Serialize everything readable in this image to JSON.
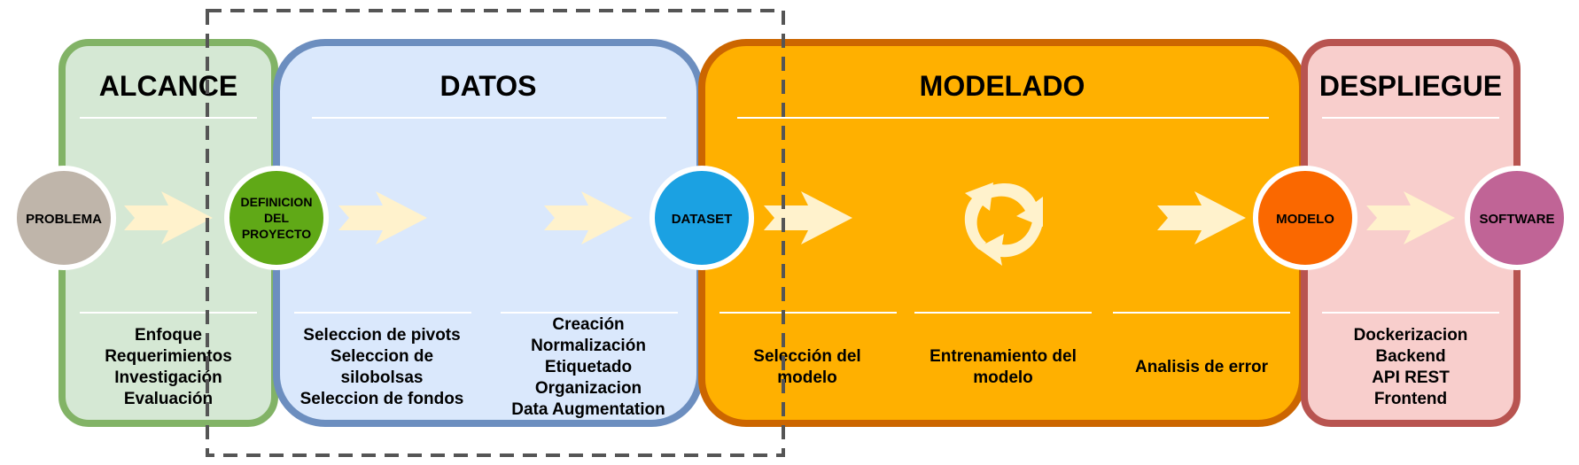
{
  "colors": {
    "alcance_fill": "#d5e8d4",
    "alcance_stroke": "#82b366",
    "datos_fill": "#dae8fc",
    "datos_stroke": "#6c8ebf",
    "modelado_fill": "#ffb000",
    "modelado_stroke": "#cc6600",
    "despliegue_fill": "#f8cecc",
    "despliegue_stroke": "#b85450",
    "arrow": "#fff2cc",
    "problema": "#bfb5aa",
    "definicion": "#60a917",
    "dataset": "#1ba1e2",
    "modelo": "#fa6800",
    "software": "#c06496"
  },
  "stages": {
    "alcance": {
      "title": "ALCANCE",
      "items": [
        "Enfoque",
        "Requerimientos",
        "Investigación",
        "Evaluación"
      ]
    },
    "datos": {
      "title": "DATOS",
      "left": [
        "Seleccion de pivots",
        "Seleccion de",
        "silobolsas",
        "Seleccion de fondos"
      ],
      "right": [
        "Creación",
        "Normalización",
        "Etiquetado",
        "Organizacion",
        "Data Augmentation"
      ]
    },
    "modelado": {
      "title": "MODELADO",
      "seleccion": [
        "Selección del",
        "modelo"
      ],
      "entrenamiento": [
        "Entrenamiento del",
        "modelo"
      ],
      "analisis": [
        "Analisis de error"
      ]
    },
    "despliegue": {
      "title": "DESPLIEGUE",
      "items": [
        "Dockerizacion",
        "Backend",
        "API REST",
        "Frontend"
      ]
    }
  },
  "nodes": {
    "problema": [
      "PROBLEMA"
    ],
    "definicion": [
      "DEFINICION",
      "DEL",
      "PROYECTO"
    ],
    "dataset": [
      "DATASET"
    ],
    "modelo": [
      "MODELO"
    ],
    "software": [
      "SOFTWARE"
    ]
  },
  "icons": {
    "cycle": "recycle-cycle-icon",
    "arrow": "chevron-arrow-icon"
  }
}
